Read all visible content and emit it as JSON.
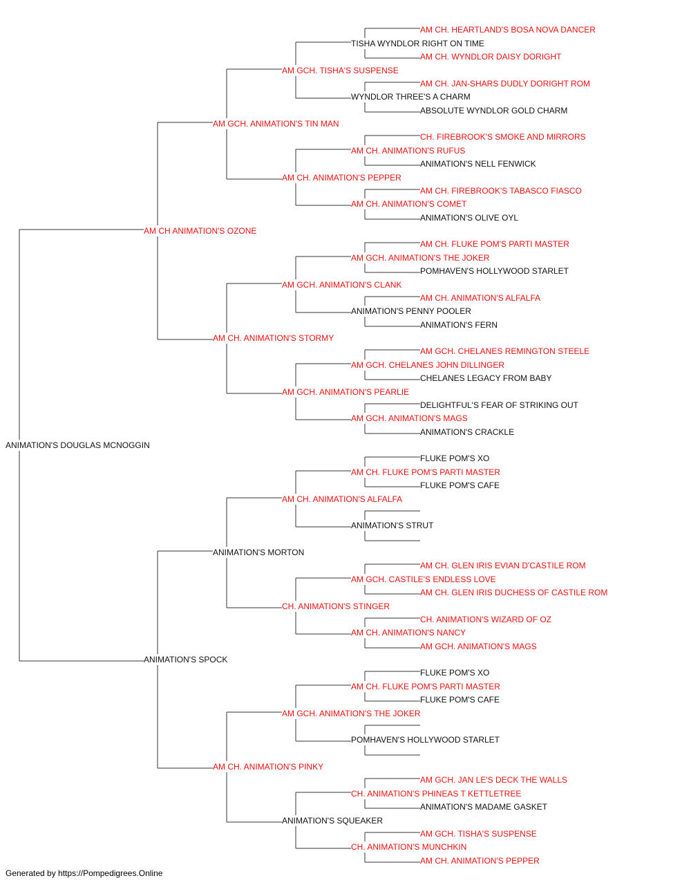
{
  "colors": {
    "champion": "#ee1111",
    "regular": "#111111",
    "connector": "#333333"
  },
  "pedigree": {
    "subject": {
      "name": "ANIMATION'S DOUGLAS MCNOGGIN",
      "titled": false
    },
    "generations": [
      [
        {
          "name": "AM CH ANIMATION'S OZONE",
          "titled": true
        },
        {
          "name": "ANIMATION'S SPOCK",
          "titled": false
        }
      ],
      [
        {
          "name": "AM GCH. ANIMATION'S TIN MAN",
          "titled": true
        },
        {
          "name": "AM CH. ANIMATION'S STORMY",
          "titled": true
        },
        {
          "name": "ANIMATION'S MORTON",
          "titled": false
        },
        {
          "name": "AM CH. ANIMATION'S PINKY",
          "titled": true
        }
      ],
      [
        {
          "name": "AM GCH. TISHA'S SUSPENSE",
          "titled": true
        },
        {
          "name": "AM CH. ANIMATION'S PEPPER",
          "titled": true
        },
        {
          "name": "AM GCH. ANIMATION'S CLANK",
          "titled": true
        },
        {
          "name": "AM GCH. ANIMATION'S PEARLIE",
          "titled": true
        },
        {
          "name": "AM CH. ANIMATION'S ALFALFA",
          "titled": true
        },
        {
          "name": "CH. ANIMATION'S STINGER",
          "titled": true
        },
        {
          "name": "AM GCH. ANIMATION'S THE JOKER",
          "titled": true
        },
        {
          "name": "ANIMATION'S SQUEAKER",
          "titled": false
        }
      ],
      [
        {
          "name": "TISHA WYNDLOR RIGHT ON TIME",
          "titled": false
        },
        {
          "name": "WYNDLOR THREE'S A CHARM",
          "titled": false
        },
        {
          "name": "AM CH. ANIMATION'S RUFUS",
          "titled": true
        },
        {
          "name": "AM CH. ANIMATION'S COMET",
          "titled": true
        },
        {
          "name": "AM GCH. ANIMATION'S THE JOKER",
          "titled": true
        },
        {
          "name": "ANIMATION'S PENNY POOLER",
          "titled": false
        },
        {
          "name": "AM GCH. CHELANES JOHN DILLINGER",
          "titled": true
        },
        {
          "name": "AM GCH. ANIMATION'S MAGS",
          "titled": true
        },
        {
          "name": "AM CH. FLUKE POM'S PARTI MASTER",
          "titled": true
        },
        {
          "name": "ANIMATION'S STRUT",
          "titled": false
        },
        {
          "name": "AM GCH. CASTILE'S ENDLESS LOVE",
          "titled": true
        },
        {
          "name": "AM CH. ANIMATION'S NANCY",
          "titled": true
        },
        {
          "name": "AM CH. FLUKE POM'S PARTI MASTER",
          "titled": true
        },
        {
          "name": "POMHAVEN'S HOLLYWOOD STARLET",
          "titled": false
        },
        {
          "name": "CH. ANIMATION'S PHINEAS T KETTLETREE",
          "titled": true
        },
        {
          "name": "CH. ANIMATION'S MUNCHKIN",
          "titled": true
        }
      ],
      [
        {
          "name": "AM CH. HEARTLAND'S BOSA NOVA DANCER",
          "titled": true
        },
        {
          "name": "AM CH. WYNDLOR DAISY DORIGHT",
          "titled": true
        },
        {
          "name": "AM CH. JAN-SHARS DUDLY DORIGHT ROM",
          "titled": true
        },
        {
          "name": "ABSOLUTE WYNDLOR GOLD CHARM",
          "titled": false
        },
        {
          "name": "CH. FIREBROOK'S SMOKE AND MIRRORS",
          "titled": true
        },
        {
          "name": "ANIMATION'S NELL FENWICK",
          "titled": false
        },
        {
          "name": "AM CH. FIREBROOK'S TABASCO FIASCO",
          "titled": true
        },
        {
          "name": "ANIMATION'S OLIVE OYL",
          "titled": false
        },
        {
          "name": "AM CH. FLUKE POM'S PARTI MASTER",
          "titled": true
        },
        {
          "name": "POMHAVEN'S HOLLYWOOD STARLET",
          "titled": false
        },
        {
          "name": "AM CH. ANIMATION'S ALFALFA",
          "titled": true
        },
        {
          "name": "ANIMATION'S FERN",
          "titled": false
        },
        {
          "name": "AM GCH. CHELANES REMINGTON STEELE",
          "titled": true
        },
        {
          "name": "CHELANES LEGACY FROM BABY",
          "titled": false
        },
        {
          "name": "DELIGHTFUL'S FEAR OF STRIKING OUT",
          "titled": false
        },
        {
          "name": "ANIMATION'S CRACKLE",
          "titled": false
        },
        {
          "name": "FLUKE POM'S XO",
          "titled": false
        },
        {
          "name": "FLUKE POM'S CAFE",
          "titled": false
        },
        {
          "name": "",
          "titled": false
        },
        {
          "name": "",
          "titled": false
        },
        {
          "name": "AM CH. GLEN IRIS EVIAN D'CASTILE ROM",
          "titled": true
        },
        {
          "name": "AM CH. GLEN IRIS DUCHESS OF CASTILE ROM",
          "titled": true
        },
        {
          "name": "CH. ANIMATION'S WIZARD OF OZ",
          "titled": true
        },
        {
          "name": "AM GCH. ANIMATION'S MAGS",
          "titled": true
        },
        {
          "name": "FLUKE POM'S XO",
          "titled": false
        },
        {
          "name": "FLUKE POM'S CAFE",
          "titled": false
        },
        {
          "name": "",
          "titled": false
        },
        {
          "name": "",
          "titled": false
        },
        {
          "name": "AM GCH. JAN LE'S DECK THE WALLS",
          "titled": true
        },
        {
          "name": "ANIMATION'S MADAME GASKET",
          "titled": false
        },
        {
          "name": "AM GCH. TISHA'S SUSPENSE",
          "titled": true
        },
        {
          "name": "AM CH. ANIMATION'S PEPPER",
          "titled": true
        }
      ]
    ]
  },
  "footer": {
    "text": "Generated by https://Pompedigrees.Online"
  }
}
